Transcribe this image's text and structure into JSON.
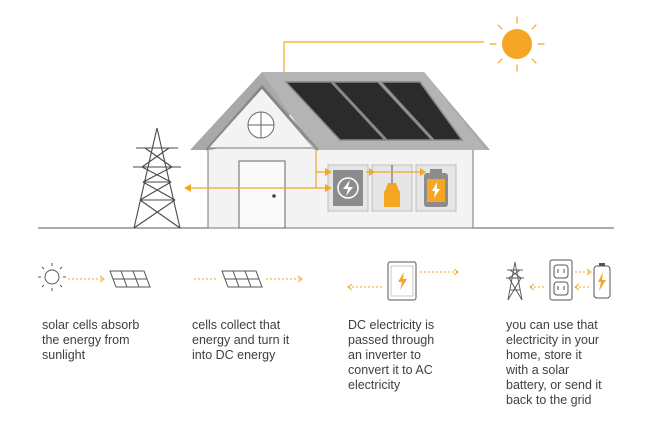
{
  "steps": [
    {
      "id": "absorb",
      "caption": "solar cells absorb\nthe energy from\nsunlight"
    },
    {
      "id": "collect",
      "caption": "cells collect that\nenergy and turn it\ninto DC energy"
    },
    {
      "id": "convert",
      "caption": "DC electricity is\npassed through\nan inverter to\nconvert it to AC\nelectricity"
    },
    {
      "id": "use",
      "caption": "you can use that\nelectricity in your\nhome, store it\nwith a solar\nbattery, or send it\nback to the grid"
    }
  ],
  "icons": {
    "sun": "sun-icon",
    "panel": "solar-panel-icon",
    "inverter": "inverter-icon",
    "tower": "power-tower-icon",
    "outlet": "outlet-icon",
    "battery": "battery-icon",
    "bulb": "light-bulb-icon"
  },
  "colors": {
    "accent": "#F5A623",
    "line": "#5a5a5a",
    "house_fill": "#f3f3f3",
    "roof": "#a9a9a9",
    "panel": "#2b2b2b",
    "text": "#3f3f3f"
  }
}
